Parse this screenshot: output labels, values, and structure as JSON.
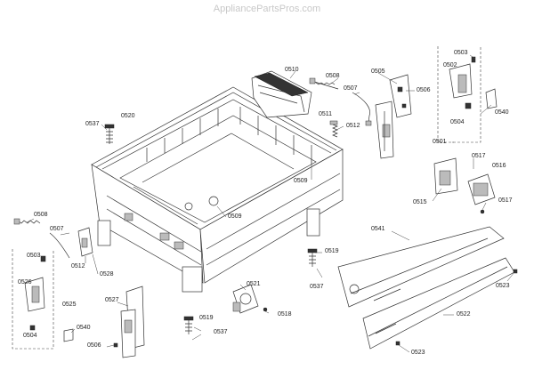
{
  "watermark": "AppliancePartsPros.com",
  "labels": {
    "l0510": "0510",
    "l0508a": "0508",
    "l0505": "0505",
    "l0503a": "0503",
    "l0502": "0502",
    "l0507a": "0507",
    "l0506a": "0506",
    "l0540a": "0540",
    "l0511": "0511",
    "l0512a": "0512",
    "l0504a": "0504",
    "l0537a": "0537",
    "l0520": "0520",
    "l0501": "0501",
    "l0517a": "0517",
    "l0516": "0516",
    "l0509a": "0509",
    "l0515": "0515",
    "l0517b": "0517",
    "l0508b": "0508",
    "l0509b": "0509",
    "l0507b": "0507",
    "l0541": "0541",
    "l0512b": "0512",
    "l0528": "0528",
    "l0519a": "0519",
    "l0503b": "0503",
    "l0537b": "0537",
    "l0523a": "0523",
    "l0526": "0526",
    "l0521": "0521",
    "l0525": "0525",
    "l0527": "0527",
    "l0518": "0518",
    "l0522": "0522",
    "l0540b": "0540",
    "l0519b": "0519",
    "l0504b": "0504",
    "l0537c": "0537",
    "l0506b": "0506",
    "l0523b": "0523"
  }
}
